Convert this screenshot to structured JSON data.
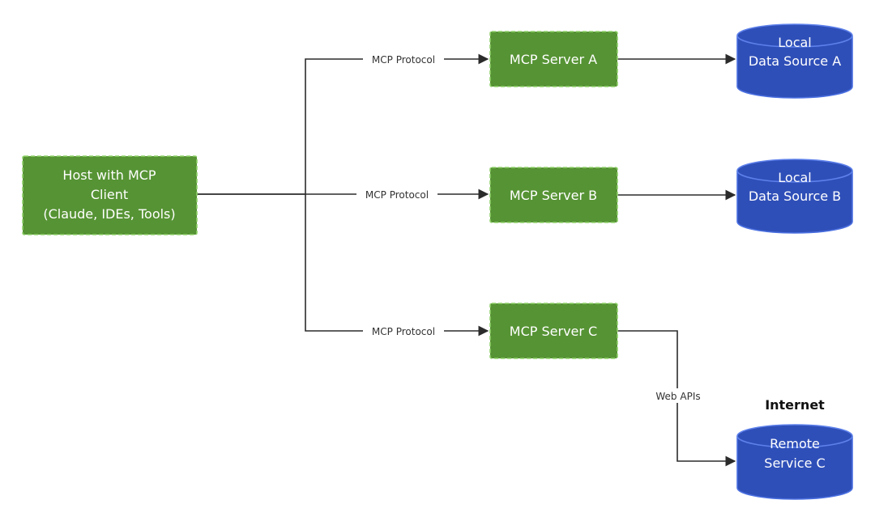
{
  "host": {
    "lines": [
      "Host with MCP",
      "Client",
      "(Claude, IDEs, Tools)"
    ]
  },
  "servers": [
    {
      "label": "MCP Server A"
    },
    {
      "label": "MCP Server B"
    },
    {
      "label": "MCP Server C"
    }
  ],
  "stores": [
    {
      "lines": [
        "Local",
        "Data Source A"
      ]
    },
    {
      "lines": [
        "Local",
        "Data Source B"
      ]
    },
    {
      "lines": [
        "Remote",
        "Service C"
      ]
    }
  ],
  "edges": {
    "protocol_a": "MCP Protocol",
    "protocol_b": "MCP Protocol",
    "protocol_c": "MCP Protocol",
    "web_apis": "Web APIs"
  },
  "zone": {
    "internet": "Internet"
  },
  "colors": {
    "node_fill": "#569334",
    "node_border": "#8fd16a",
    "store_fill": "#2f4fb8",
    "store_border": "#5d80ea",
    "line": "#2b2b2b"
  }
}
